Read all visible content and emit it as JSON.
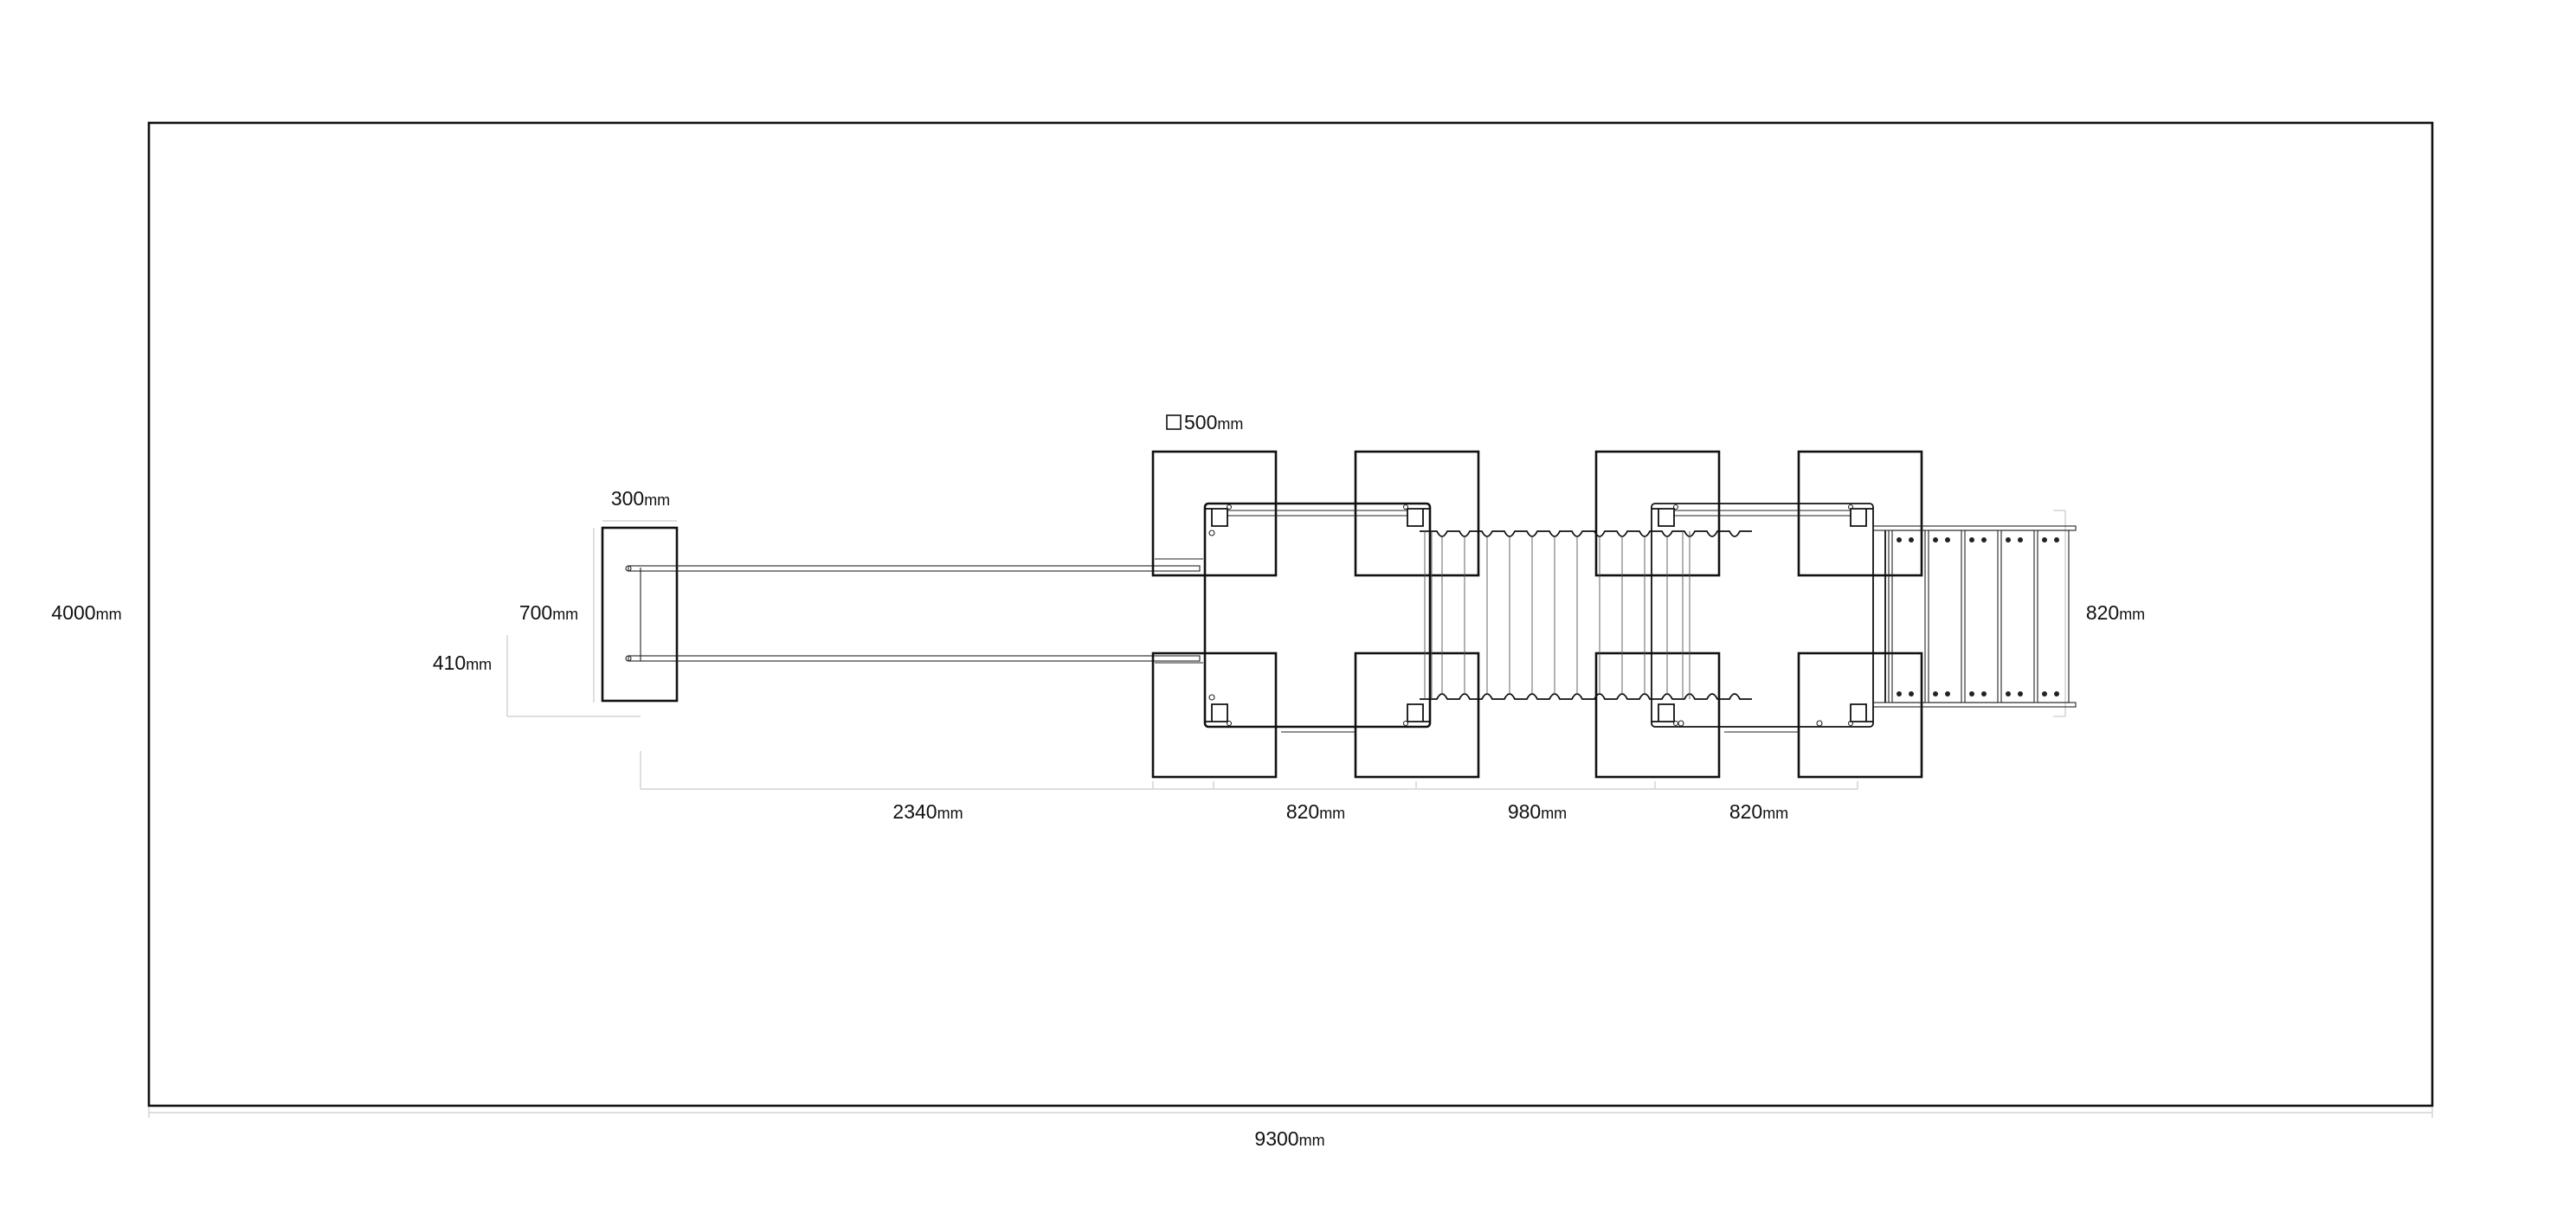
{
  "dimensions": {
    "total_width": {
      "value": "9300",
      "unit": "mm"
    },
    "total_depth": {
      "value": "4000",
      "unit": "mm"
    },
    "square_pad": {
      "value": "500",
      "unit": "mm"
    },
    "end_platform_width": {
      "value": "300",
      "unit": "mm"
    },
    "end_platform_length": {
      "value": "700",
      "unit": "mm"
    },
    "rail_spacing": {
      "value": "410",
      "unit": "mm"
    },
    "beam_length": {
      "value": "2340",
      "unit": "mm"
    },
    "platform_a": {
      "value": "820",
      "unit": "mm"
    },
    "bridge": {
      "value": "980",
      "unit": "mm"
    },
    "platform_b": {
      "value": "820",
      "unit": "mm"
    },
    "ladder_width": {
      "value": "820",
      "unit": "mm"
    }
  }
}
